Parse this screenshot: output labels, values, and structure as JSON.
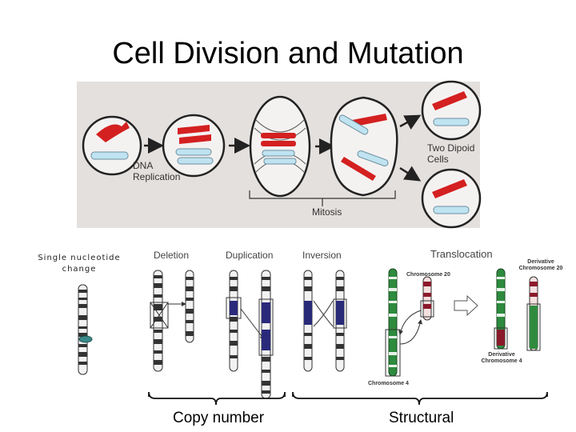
{
  "title": "Cell Division and Mutation",
  "mitosis_panel": {
    "dna_replication": "DNA\nReplication",
    "two_diploid_cells": "Two Dipoid\nCells",
    "mitosis": "Mitosis"
  },
  "mutations": {
    "single_nucleotide": "Single nucleotide\nchange",
    "deletion": "Deletion",
    "duplication": "Duplication",
    "inversion": "Inversion",
    "translocation": "Translocation",
    "chromosome_20": "Chromosome 20",
    "chromosome_4": "Chromosome 4",
    "derivative_20": "Derivative\nChromosome 20",
    "derivative_4": "Derivative\nChromosome 4"
  },
  "groups": {
    "copy_number": "Copy number",
    "structural": "Structural"
  },
  "colors": {
    "red_chromosome": "#d42020",
    "blue_chromosome": "#bfe3f0",
    "green_chromosome": "#2e8b3e",
    "navy_band": "#2a2a7a",
    "panel_bg": "#e4e0de"
  }
}
